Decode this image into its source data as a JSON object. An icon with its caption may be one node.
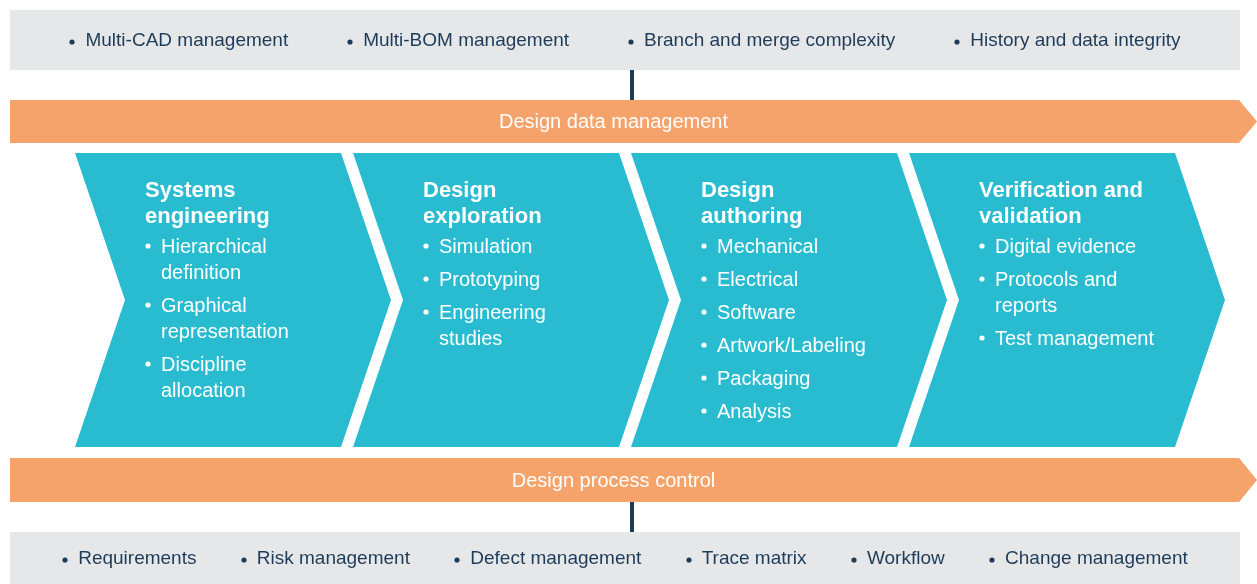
{
  "diagram": {
    "nodes": [
      {
        "text": [
          "Multi-CAD management",
          "Multi-BOM management",
          "Branch and merge complexity",
          "History and data integrity"
        ]
      },
      {
        "text": [
          "Design data management"
        ]
      },
      {
        "text": [
          "Systems engineering",
          "Hierarchical definition",
          "Graphical representation",
          "Discipline allocation"
        ]
      },
      {
        "text": [
          "Design exploration",
          "Simulation",
          "Prototyping",
          "Engineering studies"
        ]
      },
      {
        "text": [
          "Design authoring",
          "Mechanical",
          "Electrical",
          "Software",
          "Artwork/Labeling",
          "Packaging",
          "Analysis"
        ]
      },
      {
        "text": [
          "Verification and validation",
          "Digital evidence",
          "Protocols and reports",
          "Test management"
        ]
      },
      {
        "text": [
          "Design process control"
        ]
      },
      {
        "text": [
          "Requirements",
          "Risk management",
          "Defect management",
          "Trace matrix",
          "Workflow",
          "Change management"
        ]
      }
    ],
    "edges": [
      {
        "from": 0,
        "to": 1,
        "arrow": "none"
      },
      {
        "from": 6,
        "to": 7,
        "arrow": "none"
      }
    ]
  }
}
